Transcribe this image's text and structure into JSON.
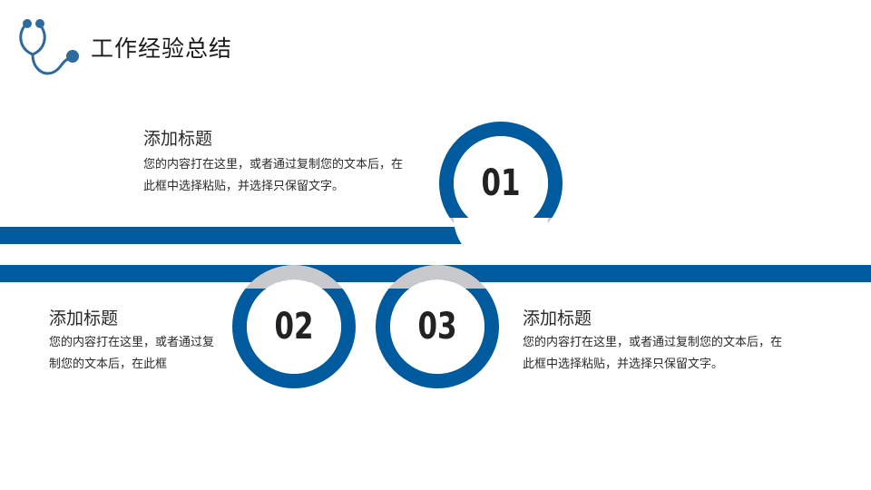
{
  "page": {
    "title": "工作经验总结",
    "logo_icon": "stethoscope-icon"
  },
  "colors": {
    "brand_blue": "#005a9e",
    "ring_gray": "#c7c9cd",
    "text": "#2a2a2a"
  },
  "items": [
    {
      "number": "01",
      "title": "添加标题",
      "body": "您的内容打在这里，或者通过复制您的文本后，在此框中选择粘贴，并选择只保留文字。"
    },
    {
      "number": "02",
      "title": "添加标题",
      "body": "您的内容打在这里，或者通过复制您的文本后，在此框"
    },
    {
      "number": "03",
      "title": "添加标题",
      "body": "您的内容打在这里，或者通过复制您的文本后，在此框中选择粘贴，并选择只保留文字。"
    }
  ]
}
